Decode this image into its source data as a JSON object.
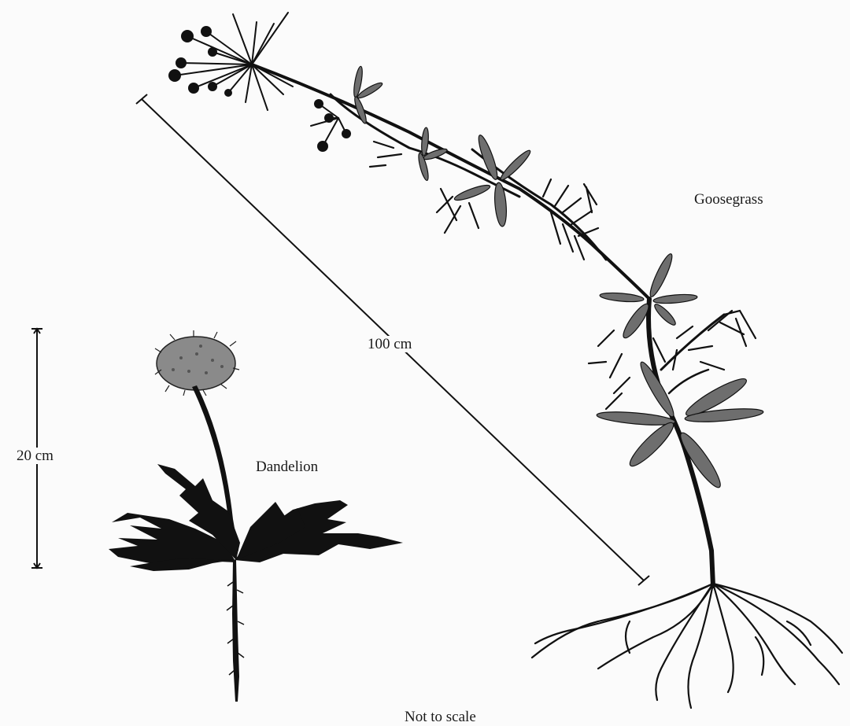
{
  "labels": {
    "goosegrass": "Goosegrass",
    "dandelion": "Dandelion",
    "measure_goosegrass": "100 cm",
    "measure_dandelion": "20 cm",
    "footnote": "Not to scale"
  },
  "colors": {
    "plant": "#111111",
    "leaf_grey": "#6e6e6e",
    "flower_grey": "#8a8a8a",
    "background": "#fbfbfb"
  }
}
